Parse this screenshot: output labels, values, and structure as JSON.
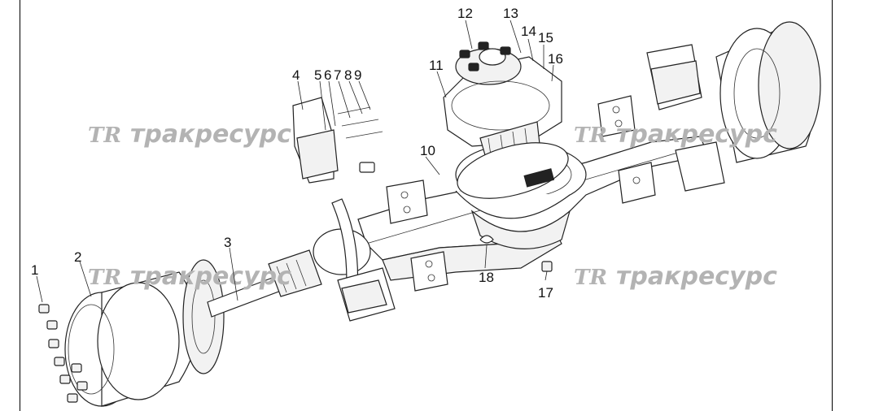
{
  "watermark": {
    "mark": "TR",
    "text": "тракресурс",
    "color": "#b3b3b3"
  },
  "callouts": [
    {
      "label": "1"
    },
    {
      "label": "2"
    },
    {
      "label": "3"
    },
    {
      "label": "4"
    },
    {
      "label": "5"
    },
    {
      "label": "6"
    },
    {
      "label": "7"
    },
    {
      "label": "8"
    },
    {
      "label": "9"
    },
    {
      "label": "10"
    },
    {
      "label": "11"
    },
    {
      "label": "12"
    },
    {
      "label": "13"
    },
    {
      "label": "14"
    },
    {
      "label": "15"
    },
    {
      "label": "16"
    },
    {
      "label": "17"
    },
    {
      "label": "18"
    }
  ]
}
